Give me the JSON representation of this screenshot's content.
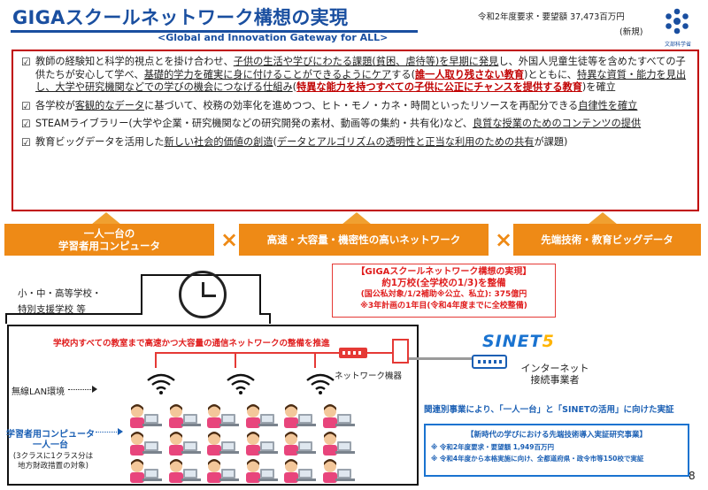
{
  "header": {
    "title": "GIGAスクールネットワーク構想の実現",
    "subtitle": "<Global and Innovation Gateway for ALL>",
    "budget": "令和2年度要求・要望額 37,473百万円",
    "budget_note": "(新規)",
    "ministry": "文部科学省"
  },
  "objectives": [
    {
      "parts": [
        {
          "t": "教師の経験知と科学的視点とを掛け合わせ、"
        },
        {
          "t": "子供の生活や学びにわたる課題(貧困、虐待等)を早期に発見",
          "s": "u"
        },
        {
          "t": "し、外国人児童生徒等を含めたすべての子供たちが安心して学べ、"
        },
        {
          "t": "基礎的学力を確実に身に付けることができるようにケア",
          "s": "u"
        },
        {
          "t": "する("
        },
        {
          "t": "誰一人取り残さない教育",
          "s": "red"
        },
        {
          "t": ")とともに、"
        },
        {
          "t": "特異な資質・能力を見出し、大学や研究機関などでの学びの機会につなげる仕組み",
          "s": "u"
        },
        {
          "t": "("
        },
        {
          "t": "特異な能力を持つすべての子供に公正にチャンスを提供する教育",
          "s": "red"
        },
        {
          "t": ")を確立"
        }
      ]
    },
    {
      "parts": [
        {
          "t": "各学校が"
        },
        {
          "t": "客観的なデータ",
          "s": "u"
        },
        {
          "t": "に基づいて、校務の効率化を進めつつ、ヒト・モノ・カネ・時間といったリソースを再配分できる"
        },
        {
          "t": "自律性を確立",
          "s": "u"
        }
      ]
    },
    {
      "parts": [
        {
          "t": "STEAMライブラリー(大学や企業・研究機関などの研究開発の素材、動画等の集約・共有化)など、"
        },
        {
          "t": "良質な授業のためのコンテンツの提供",
          "s": "u"
        }
      ]
    },
    {
      "parts": [
        {
          "t": "教育ビッグデータを活用した"
        },
        {
          "t": "新しい社会的価値の創造",
          "s": "u"
        },
        {
          "t": "("
        },
        {
          "t": "データとアルゴリズムの透明性と正当な利用のための共有",
          "s": "u"
        },
        {
          "t": "が課題)"
        }
      ]
    }
  ],
  "pillars": {
    "pc_line1": "一人一台の",
    "pc_line2": "学習者用コンピュータ",
    "times1": "×",
    "network": "高速・大容量・機密性の高いネットワーク",
    "times2": "×",
    "tech": "先端技術・教育ビッグデータ"
  },
  "school": {
    "label_line1": "小・中・高等学校・",
    "label_line2": "特別支援学校 等",
    "banner": "学校内すべての教室まで高速かつ大容量の通信ネットワークの整備を推進",
    "network_device": "ネットワーク機器",
    "wireless": "無線LAN環境",
    "pc_label_line1": "学習者用コンピュータ",
    "pc_label_line2": "一人一台",
    "pc_note_line1": "(3クラスに1クラス分は",
    "pc_note_line2": "地方財政措置の対象)"
  },
  "giga_box": {
    "line1": "【GIGAスクールネットワーク構想の実現】",
    "line2": "約1万校(全学校の1/3)を整備",
    "line3": "(国公私対象/1/2補助※公立、私立): 375億円",
    "line4": "※3年計画の1年目(令和4年度までに全校整備)"
  },
  "sinet": {
    "logo_text": "SINET",
    "logo_num": "5",
    "isp_line1": "インターネット",
    "isp_line2": "接続事業者"
  },
  "related": {
    "text": "関連別事業により、「一人一台」と「SINETの活用」に向けた実証",
    "title": "【新時代の学びにおける先端技術導入実証研究事業】",
    "note1": "※ 令和2年度要求・要望額 1,949百万円",
    "note2": "※ 令和4年度から本格実施に向け、全都道府県・政令市等150校で実証"
  },
  "page_number": "8",
  "colors": {
    "brand_blue": "#1a4fa0",
    "accent_orange": "#ee8a16",
    "alert_red": "#c00000",
    "sinet_blue": "#1a73d0"
  }
}
